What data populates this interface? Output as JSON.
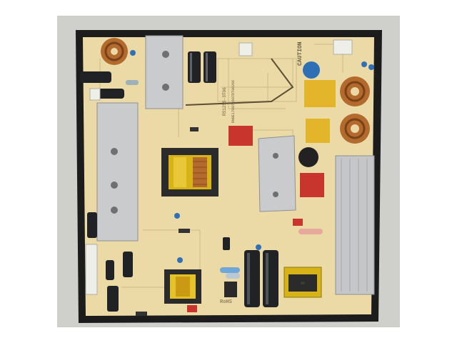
{
  "image": {
    "subject": "power-supply-circuit-board",
    "colors": {
      "background": "#cfcfcb",
      "frame": "#1c1c1c",
      "pcb": "#ebd9a6",
      "heatsink": "#c9cbcc",
      "capacitor_black": "#202226",
      "capacitor_yellow": "#e2b52a",
      "capacitor_red": "#c8352c",
      "capacitor_blue": "#2f6fb5",
      "copper": "#b36a2c",
      "transformer_yellow": "#d8b318"
    }
  },
  "labels": {
    "board_code": "RS125S-3T06",
    "serial": "RN8E170071607DT00266",
    "caution": "CAUTION",
    "rohs": "RoHS"
  }
}
